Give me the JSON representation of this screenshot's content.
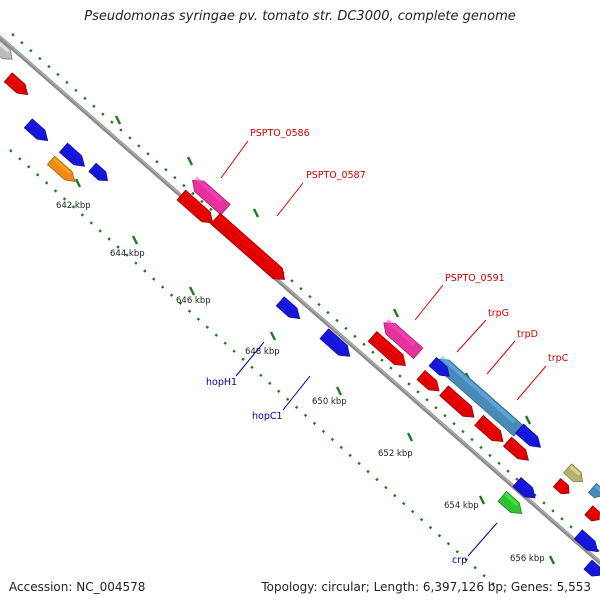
{
  "title": "Pseudomonas syringae pv. tomato str. DC3000, complete genome",
  "footer": {
    "accession": "Accession: NC_004578",
    "stats": "Topology: circular; Length: 6,397,126 bp; Genes: 5,553"
  },
  "colors": {
    "backbone": "#8c8c8c",
    "ticks": "#1b7a1b",
    "forward_red": "#e00000",
    "reverse_blue": "#1515d8",
    "magenta": "#e6339a",
    "orange": "#f08a14",
    "steel_blue": "#4a8ab8",
    "green": "#33c033",
    "khaki": "#b8b070",
    "gray_feature": "#bcbcbc",
    "label_red": "#d40000",
    "label_blue": "#0000a0"
  },
  "scale_labels": [
    "642 kbp",
    "644 kbp",
    "646 kbp",
    "648 kbp",
    "650 kbp",
    "652 kbp",
    "654 kbp",
    "656 kbp"
  ],
  "gene_labels": [
    {
      "name": "PSPTO_0586",
      "color": "red"
    },
    {
      "name": "PSPTO_0587",
      "color": "red"
    },
    {
      "name": "PSPTO_0591",
      "color": "red"
    },
    {
      "name": "trpG",
      "color": "red"
    },
    {
      "name": "trpD",
      "color": "red"
    },
    {
      "name": "trpC",
      "color": "red"
    },
    {
      "name": "hopH1",
      "color": "blue"
    },
    {
      "name": "hopC1",
      "color": "blue"
    },
    {
      "name": "crp",
      "color": "blue"
    }
  ]
}
